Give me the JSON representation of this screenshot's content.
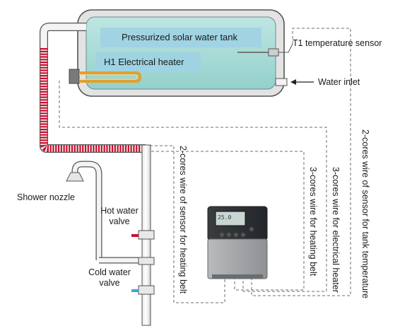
{
  "labels": {
    "tank": "Pressurized solar water tank",
    "heater": "H1 Electrical heater",
    "sensor": "T1 temperature sensor",
    "inlet": "Water inlet",
    "shower": "Shower nozzle",
    "hot_valve": "Hot water\nvalve",
    "cold_valve": "Cold water\nvalve",
    "wire_sensor_heating_belt": "2-cores wire of sensor for heating belt",
    "wire_heating_belt": "3-cores wire for heating belt",
    "wire_electrical_heater": "3-cores wire for electrical heater",
    "wire_tank_sensor": "2-cores wire of sensor for tank temperature"
  },
  "controller": {
    "display_text": "25.0"
  },
  "colors": {
    "tank_water": "#a8dcd8",
    "tank_shell": "#d9d9d9",
    "label_box": "#9fd1e3",
    "heating_belt": "#c8102e",
    "heater_element": "#e0a030",
    "hot_handle": "#c8102e",
    "cold_handle": "#3aa7d8"
  }
}
